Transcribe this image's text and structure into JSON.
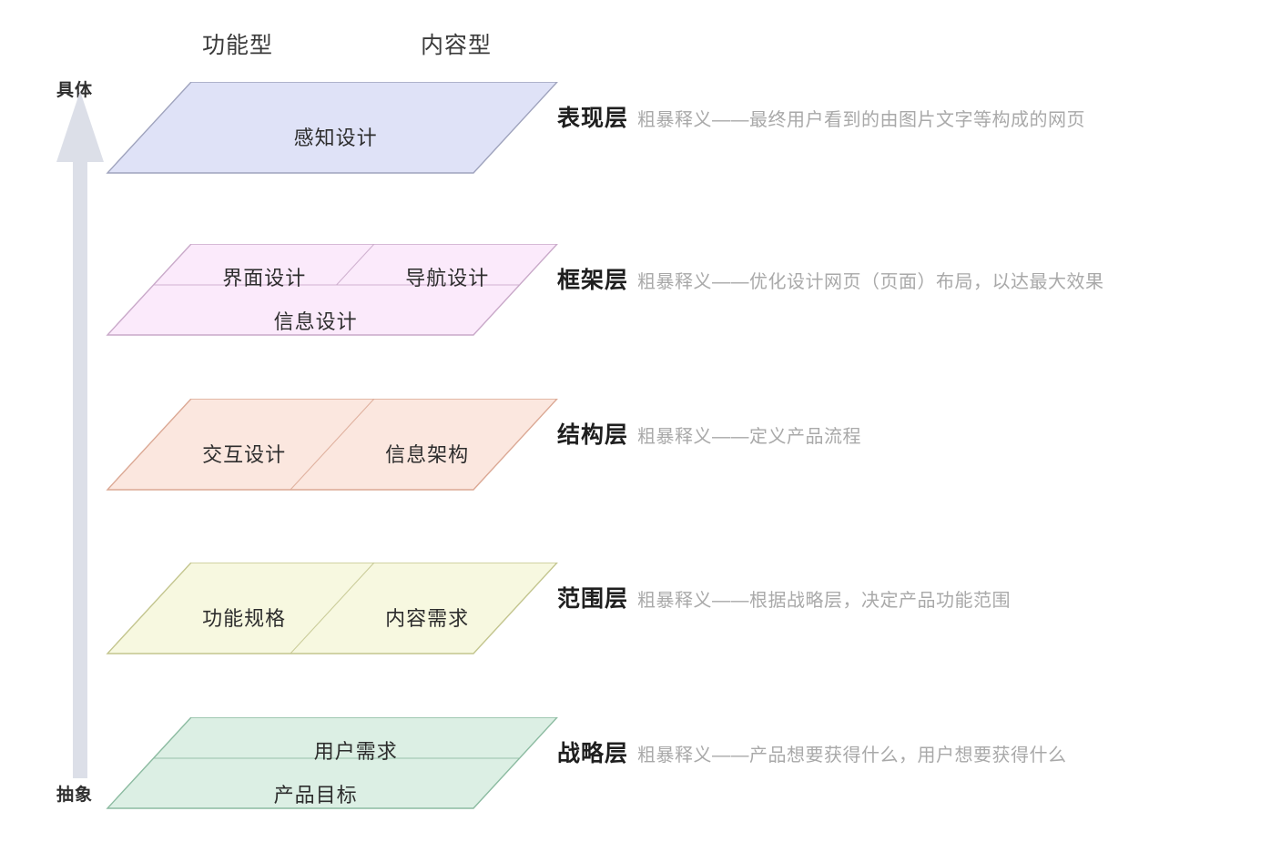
{
  "columns": {
    "functional": "功能型",
    "content": "内容型"
  },
  "axis": {
    "top_label": "具体",
    "bottom_label": "抽象",
    "arrow_icon": "up-arrow-icon",
    "arrow_color": "#dcdfe8"
  },
  "layers": [
    {
      "id": "presentation",
      "name": "表现层",
      "desc": "粗暴释义——最终用户看到的由图片文字等构成的网页",
      "fill": "#dfe2f7",
      "stroke": "#9fa3bd",
      "cells": [
        {
          "label": "感知设计",
          "row": "full",
          "span": "full"
        }
      ]
    },
    {
      "id": "skeleton",
      "name": "框架层",
      "desc": "粗暴释义——优化设计网页（页面）布局，以达最大效果",
      "fill": "#fbeafb",
      "stroke": "#c9a9c9",
      "cells": [
        {
          "label": "界面设计",
          "row": "top",
          "span": "left"
        },
        {
          "label": "导航设计",
          "row": "top",
          "span": "right"
        },
        {
          "label": "信息设计",
          "row": "bottom",
          "span": "full"
        }
      ]
    },
    {
      "id": "structure",
      "name": "结构层",
      "desc": "粗暴释义——定义产品流程",
      "fill": "#fbe7df",
      "stroke": "#dba894",
      "cells": [
        {
          "label": "交互设计",
          "row": "full",
          "span": "left"
        },
        {
          "label": "信息架构",
          "row": "full",
          "span": "right"
        }
      ]
    },
    {
      "id": "scope",
      "name": "范围层",
      "desc": "粗暴释义——根据战略层，决定产品功能范围",
      "fill": "#f7f8e0",
      "stroke": "#c3c58e",
      "cells": [
        {
          "label": "功能规格",
          "row": "full",
          "span": "left"
        },
        {
          "label": "内容需求",
          "row": "full",
          "span": "right"
        }
      ]
    },
    {
      "id": "strategy",
      "name": "战略层",
      "desc": "粗暴释义——产品想要获得什么，用户想要获得什么",
      "fill": "#dcefe4",
      "stroke": "#8cbba1",
      "cells": [
        {
          "label": "用户需求",
          "row": "top",
          "span": "full"
        },
        {
          "label": "产品目标",
          "row": "bottom",
          "span": "full"
        }
      ]
    }
  ]
}
